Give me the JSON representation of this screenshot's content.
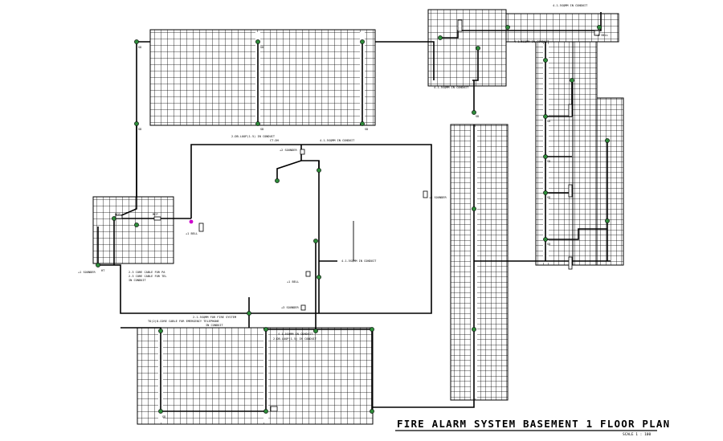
{
  "title": "FIRE ALARM SYSTEM BASEMENT 1 FLOOR PLAN",
  "scale": "SCALE 1 : 100",
  "device_tags": [
    "SD",
    "MCP",
    "HT"
  ],
  "annotations": {
    "n1": "2-DB-LOOP(1.5) IN CONDUIT",
    "n2": "CT-DH",
    "n3": "4-1.5SQMM IN CONDUIT",
    "n4": "4-1.5SQMM IN CONDUIT",
    "n5": "4-1.5SQMM IN CONDUIT",
    "n6": "4-1.5SQMM IN CONDUIT",
    "n7": "4-1.5SQMM IN CONDUIT",
    "n8": "+2 SOUNDER",
    "n9": "+4 SOUNDER",
    "n10": "+3 SOUNDER",
    "n11": "+1 SOUNDER",
    "n12": "+1 BELL",
    "n13": "+1 BELL",
    "n14": "+1 BELL",
    "n15": "2-3 CORE CABLE FOR PA",
    "n16": "2-3 CORE CABLE FOR TEL",
    "n17": "IN CONDUIT",
    "n18": "2-1.5SQMM FOR FIRE SYSTEM",
    "n19": "TO(2)8-CORE CABLE FOR EMERGENCY TELEPHONE",
    "n20": "IN CONDUIT",
    "n21": "4-1.5SQMM IN CONDUIT",
    "n22": "2-DB-LOOP(1.5) IN CONDUIT"
  },
  "colors": {
    "line": "#000000",
    "device": "#2e8b3a",
    "accent": "#cc00cc",
    "background": "#ffffff"
  }
}
